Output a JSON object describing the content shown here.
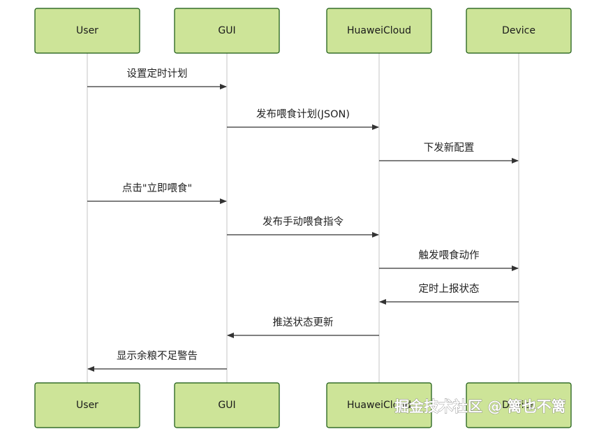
{
  "actors": [
    {
      "id": "user",
      "label": "User"
    },
    {
      "id": "gui",
      "label": "GUI"
    },
    {
      "id": "cloud",
      "label": "HuaweiCloud"
    },
    {
      "id": "device",
      "label": "Device"
    }
  ],
  "messages": [
    {
      "from": "user",
      "to": "gui",
      "label": "设置定时计划"
    },
    {
      "from": "gui",
      "to": "cloud",
      "label": "发布喂食计划(JSON)"
    },
    {
      "from": "cloud",
      "to": "device",
      "label": "下发新配置"
    },
    {
      "from": "user",
      "to": "gui",
      "label": "点击\"立即喂食\""
    },
    {
      "from": "gui",
      "to": "cloud",
      "label": "发布手动喂食指令"
    },
    {
      "from": "cloud",
      "to": "device",
      "label": "触发喂食动作"
    },
    {
      "from": "device",
      "to": "cloud",
      "label": "定时上报状态"
    },
    {
      "from": "cloud",
      "to": "gui",
      "label": "推送状态更新"
    },
    {
      "from": "gui",
      "to": "user",
      "label": "显示余粮不足警告"
    }
  ],
  "watermark": "掘金技术社区 @ 篱也不篱",
  "colors": {
    "actor_fill": "#cde498",
    "actor_border": "#13540c",
    "lifeline": "#d8d8d8",
    "arrow": "#333333"
  }
}
